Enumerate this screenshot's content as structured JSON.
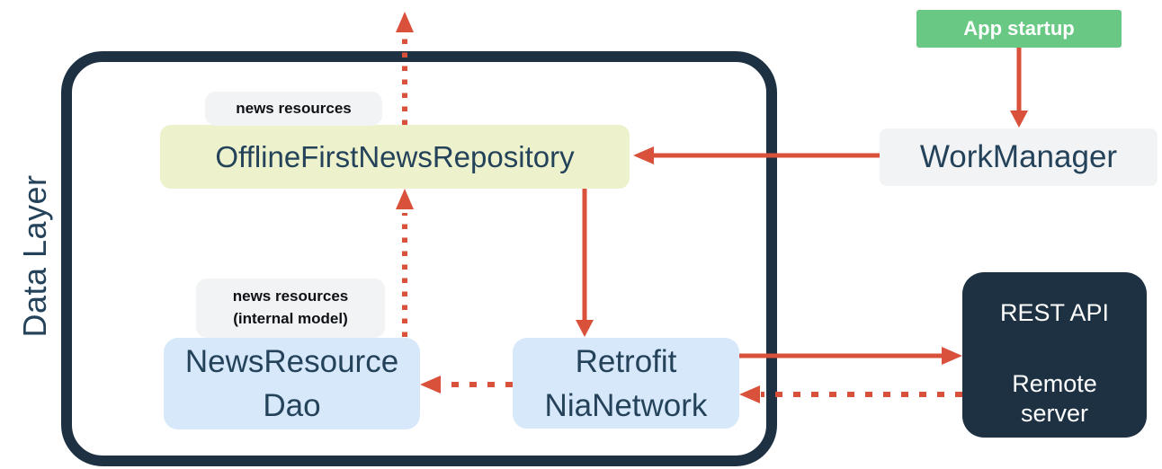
{
  "frame": {
    "label": "Data Layer"
  },
  "nodes": {
    "repository": {
      "label": "OfflineFirstNewsRepository",
      "tag": "news resources"
    },
    "dao": {
      "line1": "NewsResource",
      "line2": "Dao",
      "tag_line1": "news resources",
      "tag_line2": "(internal model)"
    },
    "network": {
      "line1": "Retrofit",
      "line2": "NiaNetwork"
    },
    "workmanager": {
      "label": "WorkManager"
    },
    "app_startup": {
      "label": "App startup"
    },
    "remote": {
      "title": "REST API",
      "line1": "Remote",
      "line2": "server"
    }
  },
  "arrows": [
    {
      "name": "repository-exposes-news-resources-up",
      "style": "dotted",
      "direction": "up"
    },
    {
      "name": "dao-to-repository",
      "style": "dotted",
      "direction": "up"
    },
    {
      "name": "repository-to-network",
      "style": "solid",
      "direction": "down"
    },
    {
      "name": "workmanager-to-repository",
      "style": "solid",
      "direction": "left"
    },
    {
      "name": "app-startup-to-workmanager",
      "style": "solid",
      "direction": "down"
    },
    {
      "name": "network-to-rest-api",
      "style": "solid",
      "direction": "right"
    },
    {
      "name": "rest-api-to-network",
      "style": "dotted",
      "direction": "left"
    },
    {
      "name": "network-to-dao",
      "style": "dotted",
      "direction": "left"
    }
  ],
  "colors": {
    "canvas_background": "#FFFFFF",
    "frame_navy": "#1D3142",
    "box_text_navy": "#24425A",
    "arrow_red": "#D9503B",
    "startup_green": "#68C884",
    "repository_yellow": "#EDF2CD",
    "database_blue": "#D6E8FA",
    "label_gray": "#F1F3F4"
  }
}
